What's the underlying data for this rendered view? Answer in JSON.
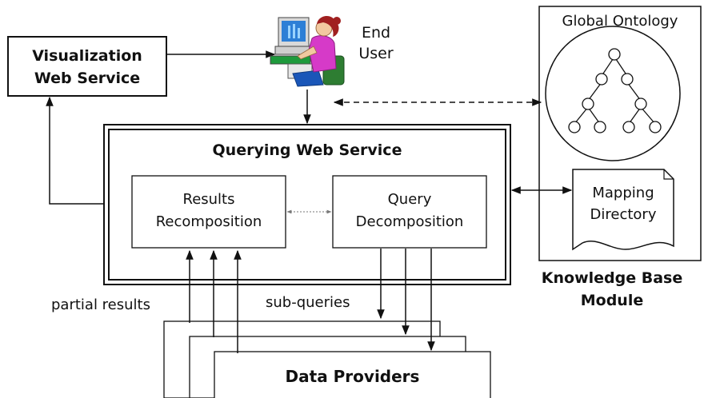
{
  "visualization_service": {
    "line1": "Visualization",
    "line2": "Web Service"
  },
  "end_user": {
    "line1": "End",
    "line2": "User"
  },
  "global_ontology": {
    "title": "Global Ontology"
  },
  "querying_service": {
    "title": "Querying Web Service"
  },
  "results_recomposition": {
    "line1": "Results",
    "line2": "Recomposition"
  },
  "query_decomposition": {
    "line1": "Query",
    "line2": "Decomposition"
  },
  "mapping_directory": {
    "line1": "Mapping",
    "line2": "Directory"
  },
  "knowledge_base": {
    "line1": "Knowledge Base",
    "line2": "Module"
  },
  "labels": {
    "partial_results": "partial results",
    "sub_queries": "sub-queries"
  },
  "data_providers": {
    "label": "Data Providers"
  },
  "colors": {
    "line": "#111111",
    "background": "#ffffff"
  },
  "icons": {
    "end_user": "person-at-computer-icon",
    "ontology": "tree-graph-icon"
  }
}
